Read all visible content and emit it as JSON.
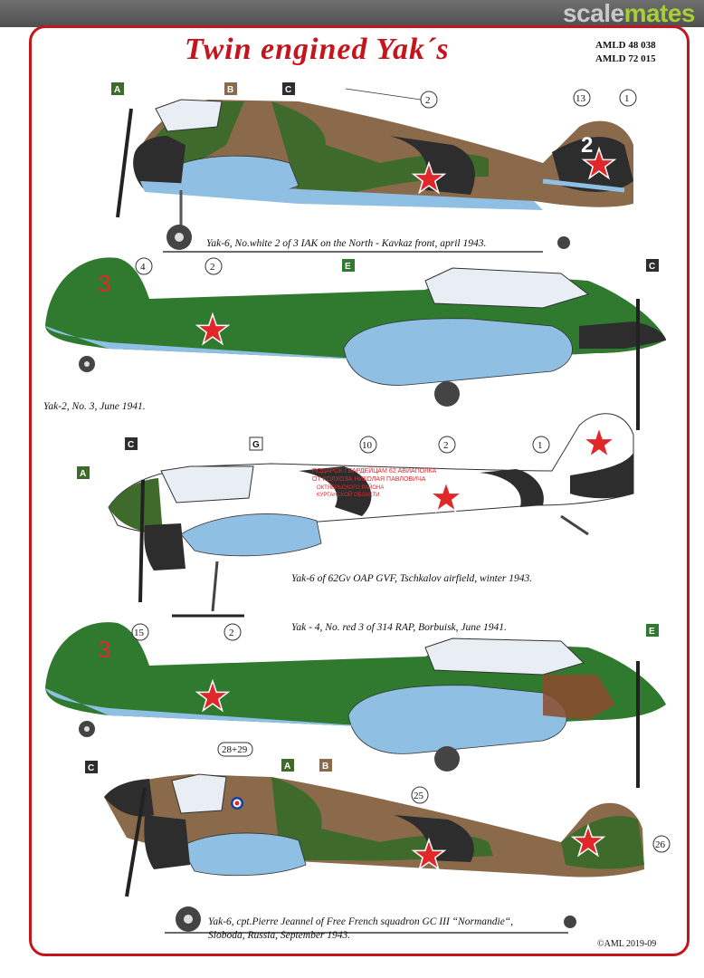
{
  "site": {
    "brand_part1": "scale",
    "brand_part2": "mates"
  },
  "title": "Twin  engined  Yak´s",
  "product_codes": [
    "AMLD 48 038",
    "AMLD 72 015"
  ],
  "colors": {
    "A": "#3e6b2b",
    "B": "#8a6a4a",
    "C": "#2d2d2d",
    "E": "#2f7a2f",
    "G": "#ffffff",
    "underside": "#8fbfe3",
    "star_red": "#e0282b",
    "frame": "#c5141b"
  },
  "profiles": [
    {
      "caption": "Yak-6, No.white 2 of 3 IAK on the North - Kavkaz front, april 1943.",
      "swatches": [
        "A",
        "B",
        "C"
      ],
      "callouts": [
        "2",
        "13",
        "1"
      ],
      "tail_number": "2"
    },
    {
      "caption": "Yak-2, No. 3, June 1941.",
      "swatches": [
        "E",
        "C"
      ],
      "callouts": [
        "4",
        "2"
      ],
      "tail_number": "3"
    },
    {
      "caption": "Yak-6 of 62Gv OAP GVF, Tschkalov airfield, winter 1943.",
      "swatches": [
        "C",
        "A",
        "G"
      ],
      "callouts": [
        "10",
        "2",
        "1"
      ],
      "inscription": [
        "ПОДАРОК ГВАРДЕЙЦАМ 62 АВИАПОЛКА",
        "ОТ КОЛХОЗА НИКОЛАЯ ПАВЛОВИЧА",
        "ОКТЯБРЬСКОГО РАЙОНА",
        "КУРГАНСКОЙ ОБЛАСТИ"
      ]
    },
    {
      "caption": "Yak - 4, No. red 3 of 314 RAP, Borbuisk, June 1941.",
      "swatches": [
        "E"
      ],
      "callouts": [
        "15",
        "2"
      ],
      "tail_number": "3"
    },
    {
      "caption_line1": "Yak-6, cpt.Pierre Jeannel of  Free French squadron GC III “Normandie“,",
      "caption_line2": "Sloboda, Russia, September 1943.",
      "swatches": [
        "C",
        "A",
        "B"
      ],
      "callouts": [
        "28+29",
        "25",
        "26"
      ]
    }
  ],
  "copyright": "©AML 2019-09"
}
